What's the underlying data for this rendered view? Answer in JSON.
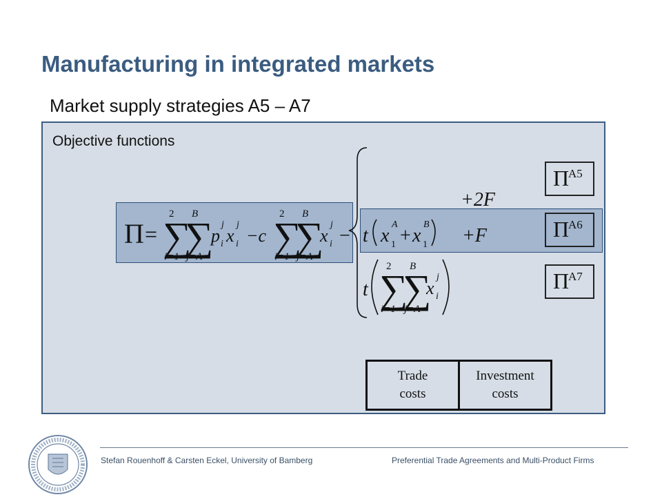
{
  "slide": {
    "title": "Manufacturing in integrated markets",
    "subtitle": "Market supply strategies A5 – A7",
    "panel_label": "Objective functions"
  },
  "formula": {
    "lhs": "Π",
    "equals": "=",
    "sum_upper_i": "2",
    "sum_lower_i": "i=1",
    "sum_upper_j": "B",
    "sum_lower_j": "j=A",
    "revenue_term": "p",
    "minus_c": "−c",
    "x_var": "x",
    "sub_i": "i",
    "sup_j": "j",
    "minus": "−",
    "case_A5": "+2F",
    "case_A6_t": "t",
    "case_A6_x1A": "x",
    "case_A6_plus": "+",
    "case_A6_sup_A": "A",
    "case_A6_sup_B": "B",
    "case_A6_sub_1": "1",
    "case_A6_F": "+F",
    "case_A7_t": "t"
  },
  "cases": [
    {
      "pi": "Π",
      "label": "A5"
    },
    {
      "pi": "Π",
      "label": "A6"
    },
    {
      "pi": "Π",
      "label": "A7"
    }
  ],
  "cost_table": {
    "col1_line1": "Trade",
    "col1_line2": "costs",
    "col2_line1": "Investment",
    "col2_line2": "costs"
  },
  "footer": {
    "left": "Stefan Rouenhoff & Carsten Eckel, University of Bamberg",
    "right": "Preferential Trade Agreements and Multi-Product Firms"
  },
  "colors": {
    "title": "#3b5c80",
    "panel_bg": "#d6dde6",
    "highlight": "#a3b6ce"
  },
  "icons": {
    "seal": "university-seal-icon"
  }
}
